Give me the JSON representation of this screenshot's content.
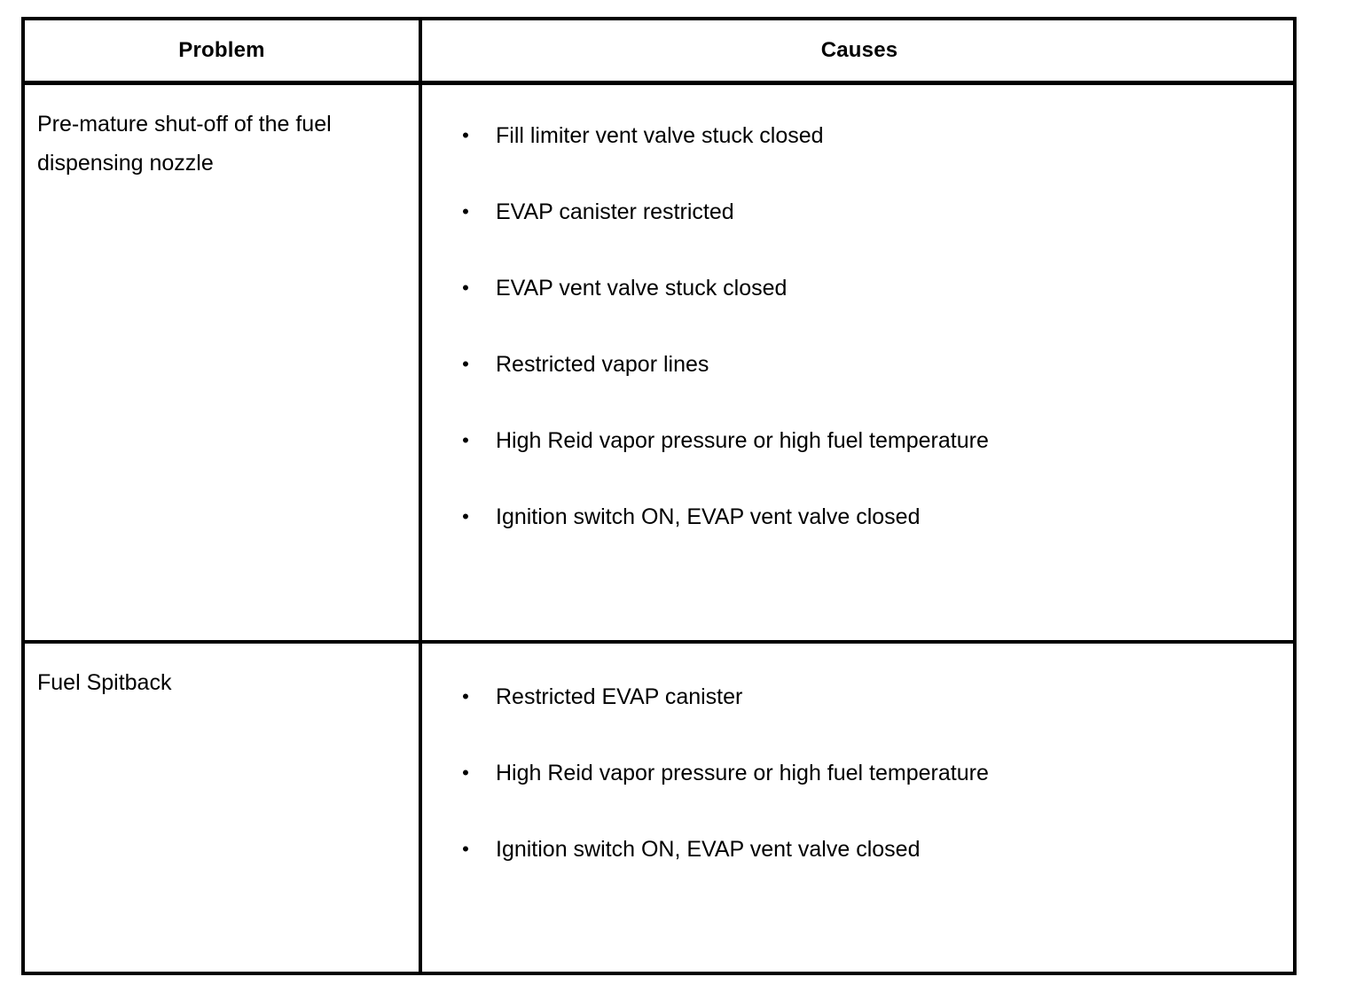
{
  "table": {
    "headers": {
      "problem": "Problem",
      "causes": "Causes"
    },
    "bullet_glyph": "•",
    "colors": {
      "border": "#000000",
      "text": "#000000",
      "background": "#ffffff"
    },
    "rows": [
      {
        "problem": "Pre-mature shut-off of the fuel\ndispensing nozzle",
        "causes": [
          "Fill limiter vent valve stuck closed",
          "EVAP canister restricted",
          "EVAP vent valve stuck closed",
          "Restricted vapor lines",
          "High Reid vapor pressure or high fuel temperature",
          "Ignition switch ON, EVAP vent valve closed"
        ]
      },
      {
        "problem": "Fuel Spitback",
        "causes": [
          "Restricted EVAP canister",
          "High Reid vapor pressure or high fuel temperature",
          "Ignition switch ON, EVAP vent valve closed"
        ]
      }
    ]
  }
}
